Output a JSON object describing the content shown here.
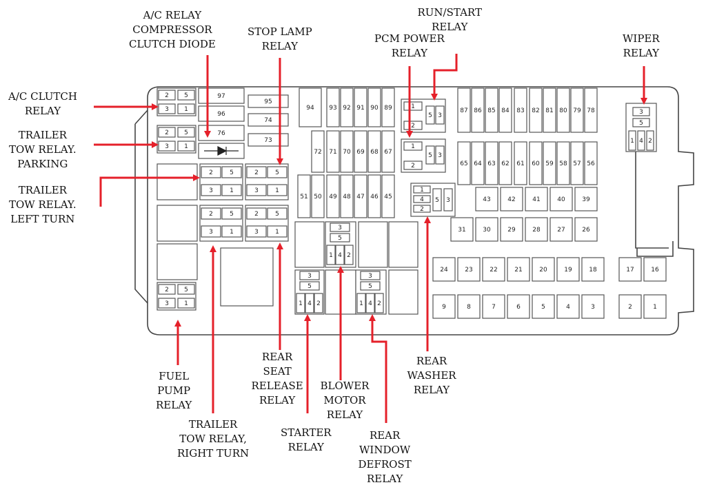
{
  "fuse_numbers": {
    "upper_left_97": "97",
    "upper_left_96": "96",
    "upper_left_76": "76",
    "col_95": "95",
    "col_74": "74",
    "col_73": "73",
    "f94": "94",
    "tall_row": [
      "93",
      "92",
      "91",
      "90",
      "89"
    ],
    "mid_row": [
      "72",
      "71",
      "70",
      "69",
      "68",
      "67"
    ],
    "low_row": [
      "51",
      "50",
      "49",
      "48",
      "47",
      "46",
      "45"
    ],
    "right_tall": [
      "87",
      "86",
      "85",
      "84",
      "83",
      "82",
      "81",
      "80",
      "79",
      "78"
    ],
    "right_mid": [
      "65",
      "64",
      "63",
      "62",
      "61",
      "60",
      "59",
      "58",
      "57",
      "56"
    ],
    "row_43": [
      "43",
      "42",
      "41",
      "40",
      "39"
    ],
    "row_31": [
      "31",
      "30",
      "29",
      "28",
      "27",
      "26"
    ],
    "row_24": [
      "24",
      "23",
      "22",
      "21",
      "20",
      "19",
      "18"
    ],
    "row_9": [
      "9",
      "8",
      "7",
      "6",
      "5",
      "4",
      "3"
    ],
    "far_right": [
      "17",
      "16",
      "2",
      "1"
    ]
  },
  "relay_pins": {
    "p1": "1",
    "p2": "2",
    "p3": "3",
    "p4": "4",
    "p5": "5"
  },
  "labels": {
    "ac_relay_diode": [
      "A/C RELAY",
      "COMPRESSOR",
      "CLUTCH DIODE"
    ],
    "stop_lamp": [
      "STOP LAMP",
      "RELAY"
    ],
    "pcm_power": [
      "PCM POWER",
      "RELAY"
    ],
    "run_start": [
      "RUN/START",
      "RELAY"
    ],
    "wiper": [
      "WIPER",
      "RELAY"
    ],
    "ac_clutch": [
      "A/C CLUTCH",
      "RELAY"
    ],
    "tow_parking": [
      "TRAILER",
      "TOW RELAY.",
      "PARKING"
    ],
    "tow_left": [
      "TRAILER",
      "TOW RELAY.",
      "LEFT TURN"
    ],
    "fuel_pump": [
      "FUEL",
      "PUMP",
      "RELAY"
    ],
    "tow_right": [
      "TRAILER",
      "TOW RELAY,",
      "RIGHT TURN"
    ],
    "rear_seat": [
      "REAR",
      "SEAT",
      "RELEASE",
      "RELAY"
    ],
    "starter": [
      "STARTER",
      "RELAY"
    ],
    "blower": [
      "BLOWER",
      "MOTOR",
      "RELAY"
    ],
    "rear_window": [
      "REAR",
      "WINDOW",
      "DEFROST",
      "RELAY"
    ],
    "rear_washer": [
      "REAR",
      "WASHER",
      "RELAY"
    ]
  },
  "colors": {
    "arrow": "#e5202a",
    "outline": "#444444",
    "box_fill": "#ffffff"
  }
}
